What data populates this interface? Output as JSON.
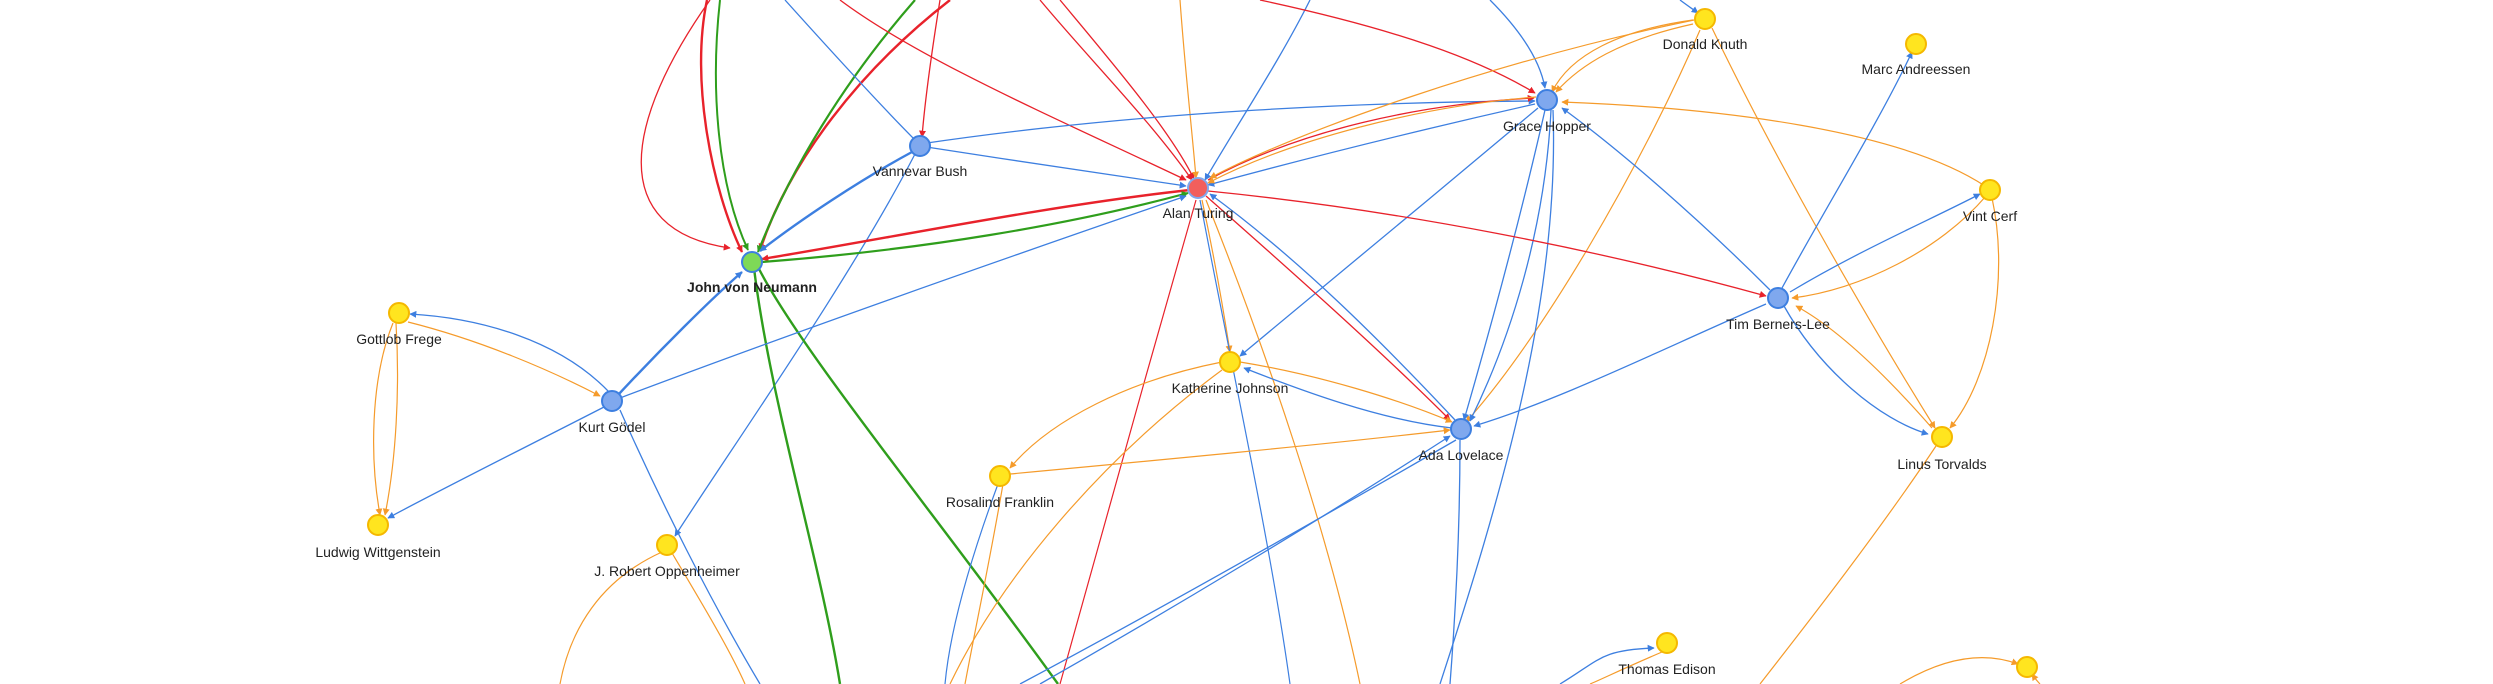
{
  "graph": {
    "colors": {
      "node_highlight": "#f25f5c",
      "node_focus": "#7ed957",
      "node_blue": "#7fa8ee",
      "node_yellow": "#ffe51f",
      "edge_blue": "#3d7fe0",
      "edge_orange": "#f59b2b",
      "edge_red": "#e8222b",
      "edge_green": "#2f9e1c",
      "label_text": "#222222"
    },
    "nodes": [
      {
        "id": "alan_turing",
        "label": "Alan Turing",
        "color": "red"
      },
      {
        "id": "john_von_neumann",
        "label": "John von Neumann",
        "color": "green",
        "bold": true
      },
      {
        "id": "vannevar_bush",
        "label": "Vannevar Bush",
        "color": "blue"
      },
      {
        "id": "grace_hopper",
        "label": "Grace Hopper",
        "color": "blue"
      },
      {
        "id": "donald_knuth",
        "label": "Donald Knuth",
        "color": "yellow"
      },
      {
        "id": "marc_andreessen",
        "label": "Marc Andreessen",
        "color": "yellow"
      },
      {
        "id": "vint_cerf",
        "label": "Vint Cerf",
        "color": "yellow"
      },
      {
        "id": "tim_berners_lee",
        "label": "Tim Berners-Lee",
        "color": "blue"
      },
      {
        "id": "linus_torvalds",
        "label": "Linus Torvalds",
        "color": "yellow"
      },
      {
        "id": "katherine_johnson",
        "label": "Katherine Johnson",
        "color": "yellow"
      },
      {
        "id": "ada_lovelace",
        "label": "Ada Lovelace",
        "color": "blue"
      },
      {
        "id": "rosalind_franklin",
        "label": "Rosalind Franklin",
        "color": "yellow"
      },
      {
        "id": "gottlob_frege",
        "label": "Gottlob Frege",
        "color": "yellow"
      },
      {
        "id": "kurt_godel",
        "label": "Kurt Gödel",
        "color": "blue"
      },
      {
        "id": "ludwig_wittgenstein",
        "label": "Ludwig Wittgenstein",
        "color": "yellow"
      },
      {
        "id": "j_robert_oppenheimer",
        "label": "J. Robert Oppenheimer",
        "color": "yellow"
      },
      {
        "id": "thomas_edison",
        "label": "Thomas Edison",
        "color": "yellow"
      },
      {
        "id": "unlabeled_node",
        "label": "",
        "color": "yellow"
      }
    ]
  }
}
